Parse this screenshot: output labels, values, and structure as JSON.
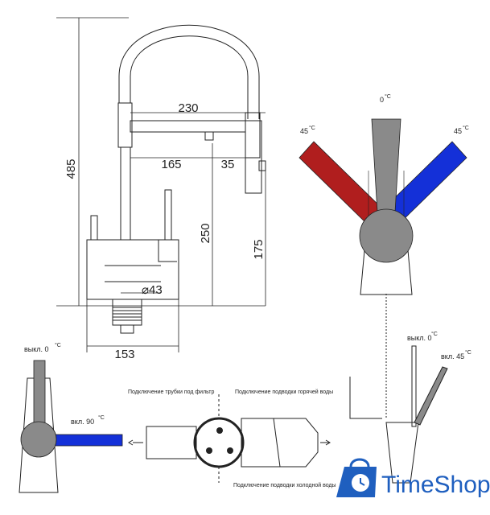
{
  "dimensions": {
    "height_total": "485",
    "spout_reach": "230",
    "reach_165": "165",
    "offset_35": "35",
    "height_250": "250",
    "height_175": "175",
    "diameter": "⌀43",
    "base_width": "153"
  },
  "angles": {
    "center": "0",
    "left": "45",
    "right": "45",
    "degree_sign": "°C"
  },
  "labels": {
    "off_label": "выкл. 0",
    "on_label": "вкл. 90",
    "side_off": "выкл. 0",
    "side_on": "вкл. 45",
    "filter_conn": "Подключение трубки под фильтр",
    "hot_conn": "Подключение подводки горячей воды",
    "cold_conn": "Подключение подводки холодной воды"
  },
  "brand": {
    "name": "TimeShop"
  },
  "colors": {
    "hot": "#b01e1e",
    "cold": "#1430d8",
    "body": "#8a8a8a",
    "line": "#222222",
    "brand": "#1f5fbf"
  }
}
